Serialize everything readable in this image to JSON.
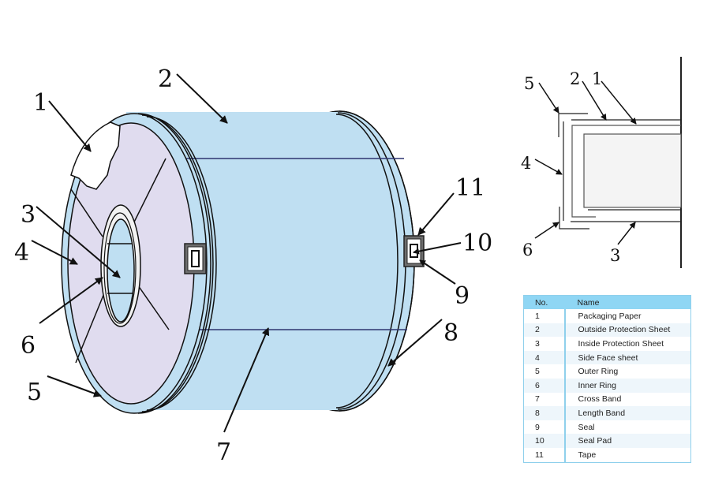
{
  "colors": {
    "roll_body": "#bfdff2",
    "side_face": "#e0dcef",
    "band_line": "#2e3570",
    "outline": "#111111",
    "cross_section_fill": "#f4f4f4",
    "table_header": "#8fd6f4",
    "table_alt_row": "#eef6fb",
    "table_border": "#8fd0ec"
  },
  "main_diagram": {
    "callouts": [
      "1",
      "2",
      "3",
      "4",
      "5",
      "6",
      "7",
      "8",
      "9",
      "10",
      "11"
    ]
  },
  "cross_section": {
    "callouts": [
      "5",
      "2",
      "1",
      "4",
      "6",
      "3"
    ]
  },
  "legend": {
    "headers": {
      "no": "No.",
      "name": "Name"
    },
    "rows": [
      {
        "no": "1",
        "name": "Packaging Paper"
      },
      {
        "no": "2",
        "name": "Outside Protection Sheet"
      },
      {
        "no": "3",
        "name": "Inside Protection Sheet"
      },
      {
        "no": "4",
        "name": "Side Face sheet"
      },
      {
        "no": "5",
        "name": "Outer Ring"
      },
      {
        "no": "6",
        "name": "Inner Ring"
      },
      {
        "no": "7",
        "name": "Cross Band"
      },
      {
        "no": "8",
        "name": "Length Band"
      },
      {
        "no": "9",
        "name": "Seal"
      },
      {
        "no": "10",
        "name": "Seal Pad"
      },
      {
        "no": "11",
        "name": "Tape"
      }
    ]
  }
}
